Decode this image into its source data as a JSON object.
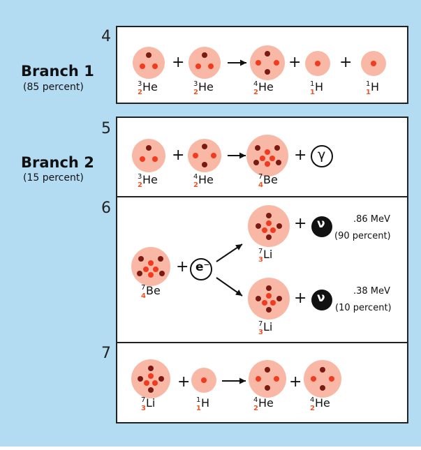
{
  "colors": {
    "background": "#b3dcf3",
    "box_border": "#222222",
    "nucleus_fill": "#f9b8a6",
    "proton": "#f23a1e",
    "neutron": "#7a1a12",
    "atomic_number": "#e8562b",
    "neutrino_fill": "#111111"
  },
  "branch1": {
    "title": "Branch 1",
    "percent": "(85 percent)",
    "step": "4",
    "reactants": [
      {
        "mass": "3",
        "atomic": "2",
        "symbol": "He"
      },
      {
        "mass": "3",
        "atomic": "2",
        "symbol": "He"
      }
    ],
    "products": [
      {
        "mass": "4",
        "atomic": "2",
        "symbol": "He"
      },
      {
        "mass": "1",
        "atomic": "1",
        "symbol": "H"
      },
      {
        "mass": "1",
        "atomic": "1",
        "symbol": "H"
      }
    ]
  },
  "branch2": {
    "title": "Branch 2",
    "percent": "(15 percent)",
    "step": "5",
    "reactants": [
      {
        "mass": "3",
        "atomic": "2",
        "symbol": "He"
      },
      {
        "mass": "4",
        "atomic": "2",
        "symbol": "He"
      }
    ],
    "products": [
      {
        "mass": "7",
        "atomic": "4",
        "symbol": "Be"
      }
    ],
    "gamma": "γ"
  },
  "step6": {
    "step": "6",
    "reactant": {
      "mass": "7",
      "atomic": "4",
      "symbol": "Be"
    },
    "electron": "e⁻",
    "neutrino": "ν",
    "product_upper": {
      "mass": "7",
      "atomic": "3",
      "symbol": "Li",
      "energy": ".86 MeV",
      "percent": "(90 percent)"
    },
    "product_lower": {
      "mass": "7",
      "atomic": "3",
      "symbol": "Li",
      "energy": ".38 MeV",
      "percent": "(10 percent)"
    }
  },
  "step7": {
    "step": "7",
    "reactants": [
      {
        "mass": "7",
        "atomic": "3",
        "symbol": "Li"
      },
      {
        "mass": "1",
        "atomic": "1",
        "symbol": "H"
      }
    ],
    "products": [
      {
        "mass": "4",
        "atomic": "2",
        "symbol": "He"
      },
      {
        "mass": "4",
        "atomic": "2",
        "symbol": "He"
      }
    ]
  },
  "plus": "+"
}
